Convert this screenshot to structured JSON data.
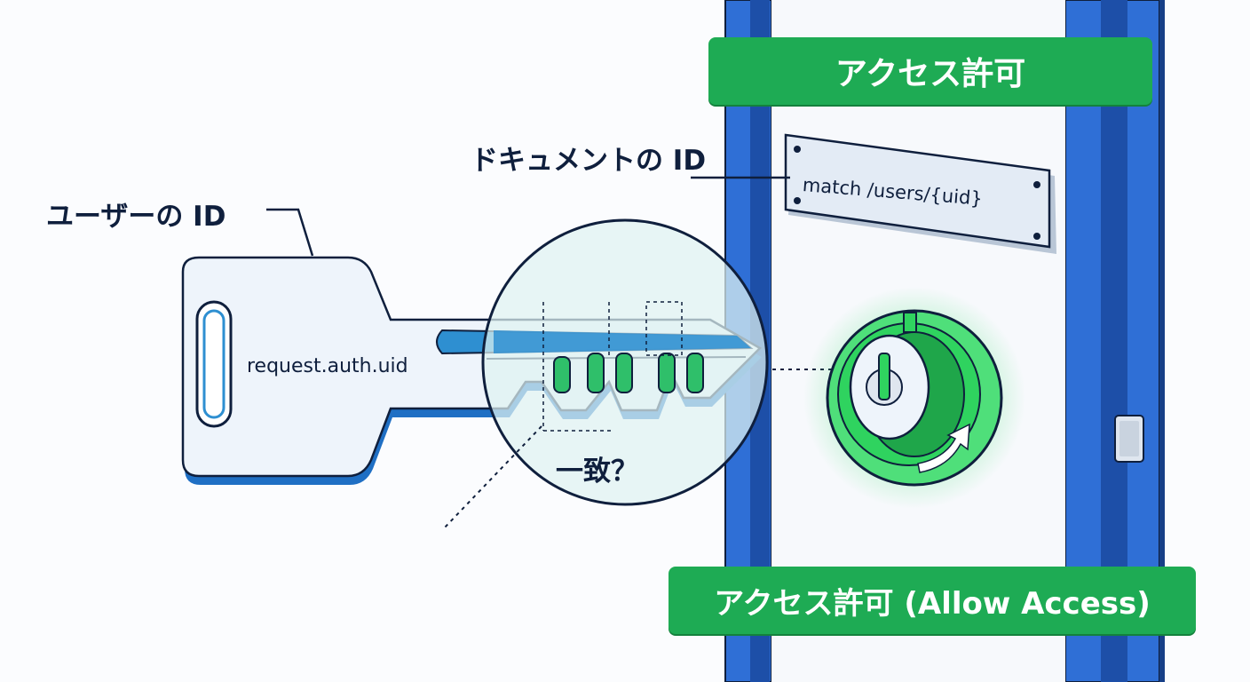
{
  "diagram": {
    "user_id_label": "ユーザーの ID",
    "document_id_label": "ドキュメントの ID",
    "key_text": "request.auth.uid",
    "plate_text": "match /users/{uid}",
    "match_question": "一致？",
    "banner_top": "アクセス許可",
    "banner_bottom": "アクセス許可 (Allow Access)"
  },
  "colors": {
    "door_blue": "#2f6fd6",
    "door_dark": "#1d4fa8",
    "banner_green": "#1eab54",
    "lock_green": "#2fd35f",
    "outline_navy": "#0f1f3d",
    "key_fill": "#eef4fb",
    "key_accent": "#2e8fd1",
    "lens_fill": "#dff2f1"
  },
  "icons": [
    "key-icon",
    "magnifier-lens-icon",
    "lock-icon",
    "turn-arrow-icon",
    "door-handle-icon"
  ]
}
